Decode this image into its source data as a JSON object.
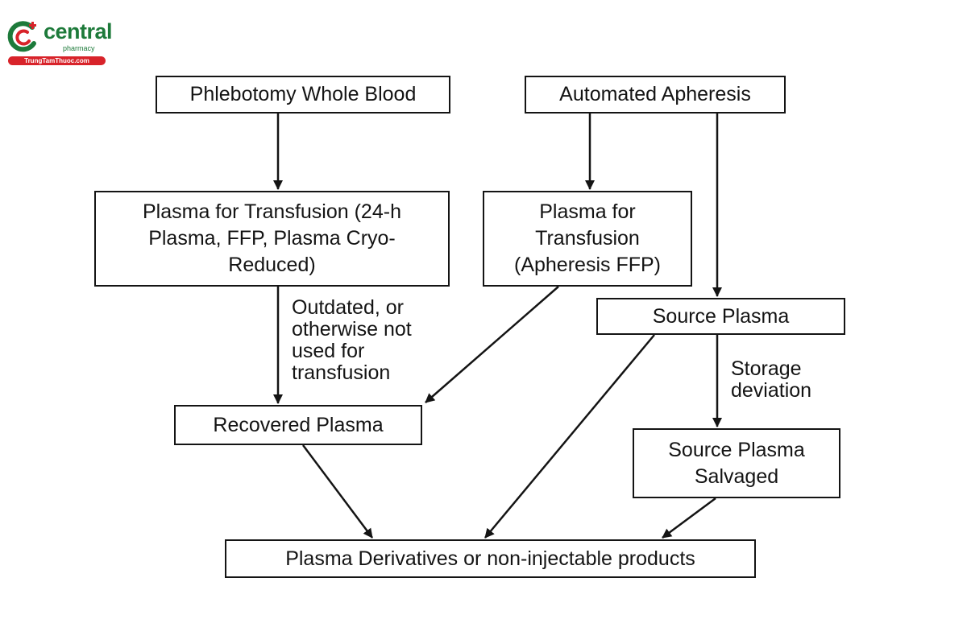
{
  "logo": {
    "name": "central",
    "sub": "pharmacy",
    "url": "TrungTamThuoc.com",
    "colors": {
      "brand_green": "#1d7a3a",
      "brand_red": "#d8232a"
    }
  },
  "nodes": {
    "phlebotomy": "Phlebotomy Whole Blood",
    "apheresis": "Automated Apheresis",
    "plasma_transfusion_wb": "Plasma for Transfusion (24-h\nPlasma, FFP, Plasma Cryo-\nReduced)",
    "plasma_transfusion_aph": "Plasma for\nTransfusion\n(Apheresis FFP)",
    "source_plasma": "Source Plasma",
    "recovered_plasma": "Recovered Plasma",
    "source_plasma_salvaged": "Source Plasma\nSalvaged",
    "derivatives": "Plasma Derivatives or non-injectable products"
  },
  "edge_labels": {
    "outdated": "Outdated, or\notherwise not\nused for\ntransfusion",
    "storage_deviation": "Storage\ndeviation"
  },
  "colors": {
    "line": "#141414",
    "background": "#ffffff"
  }
}
